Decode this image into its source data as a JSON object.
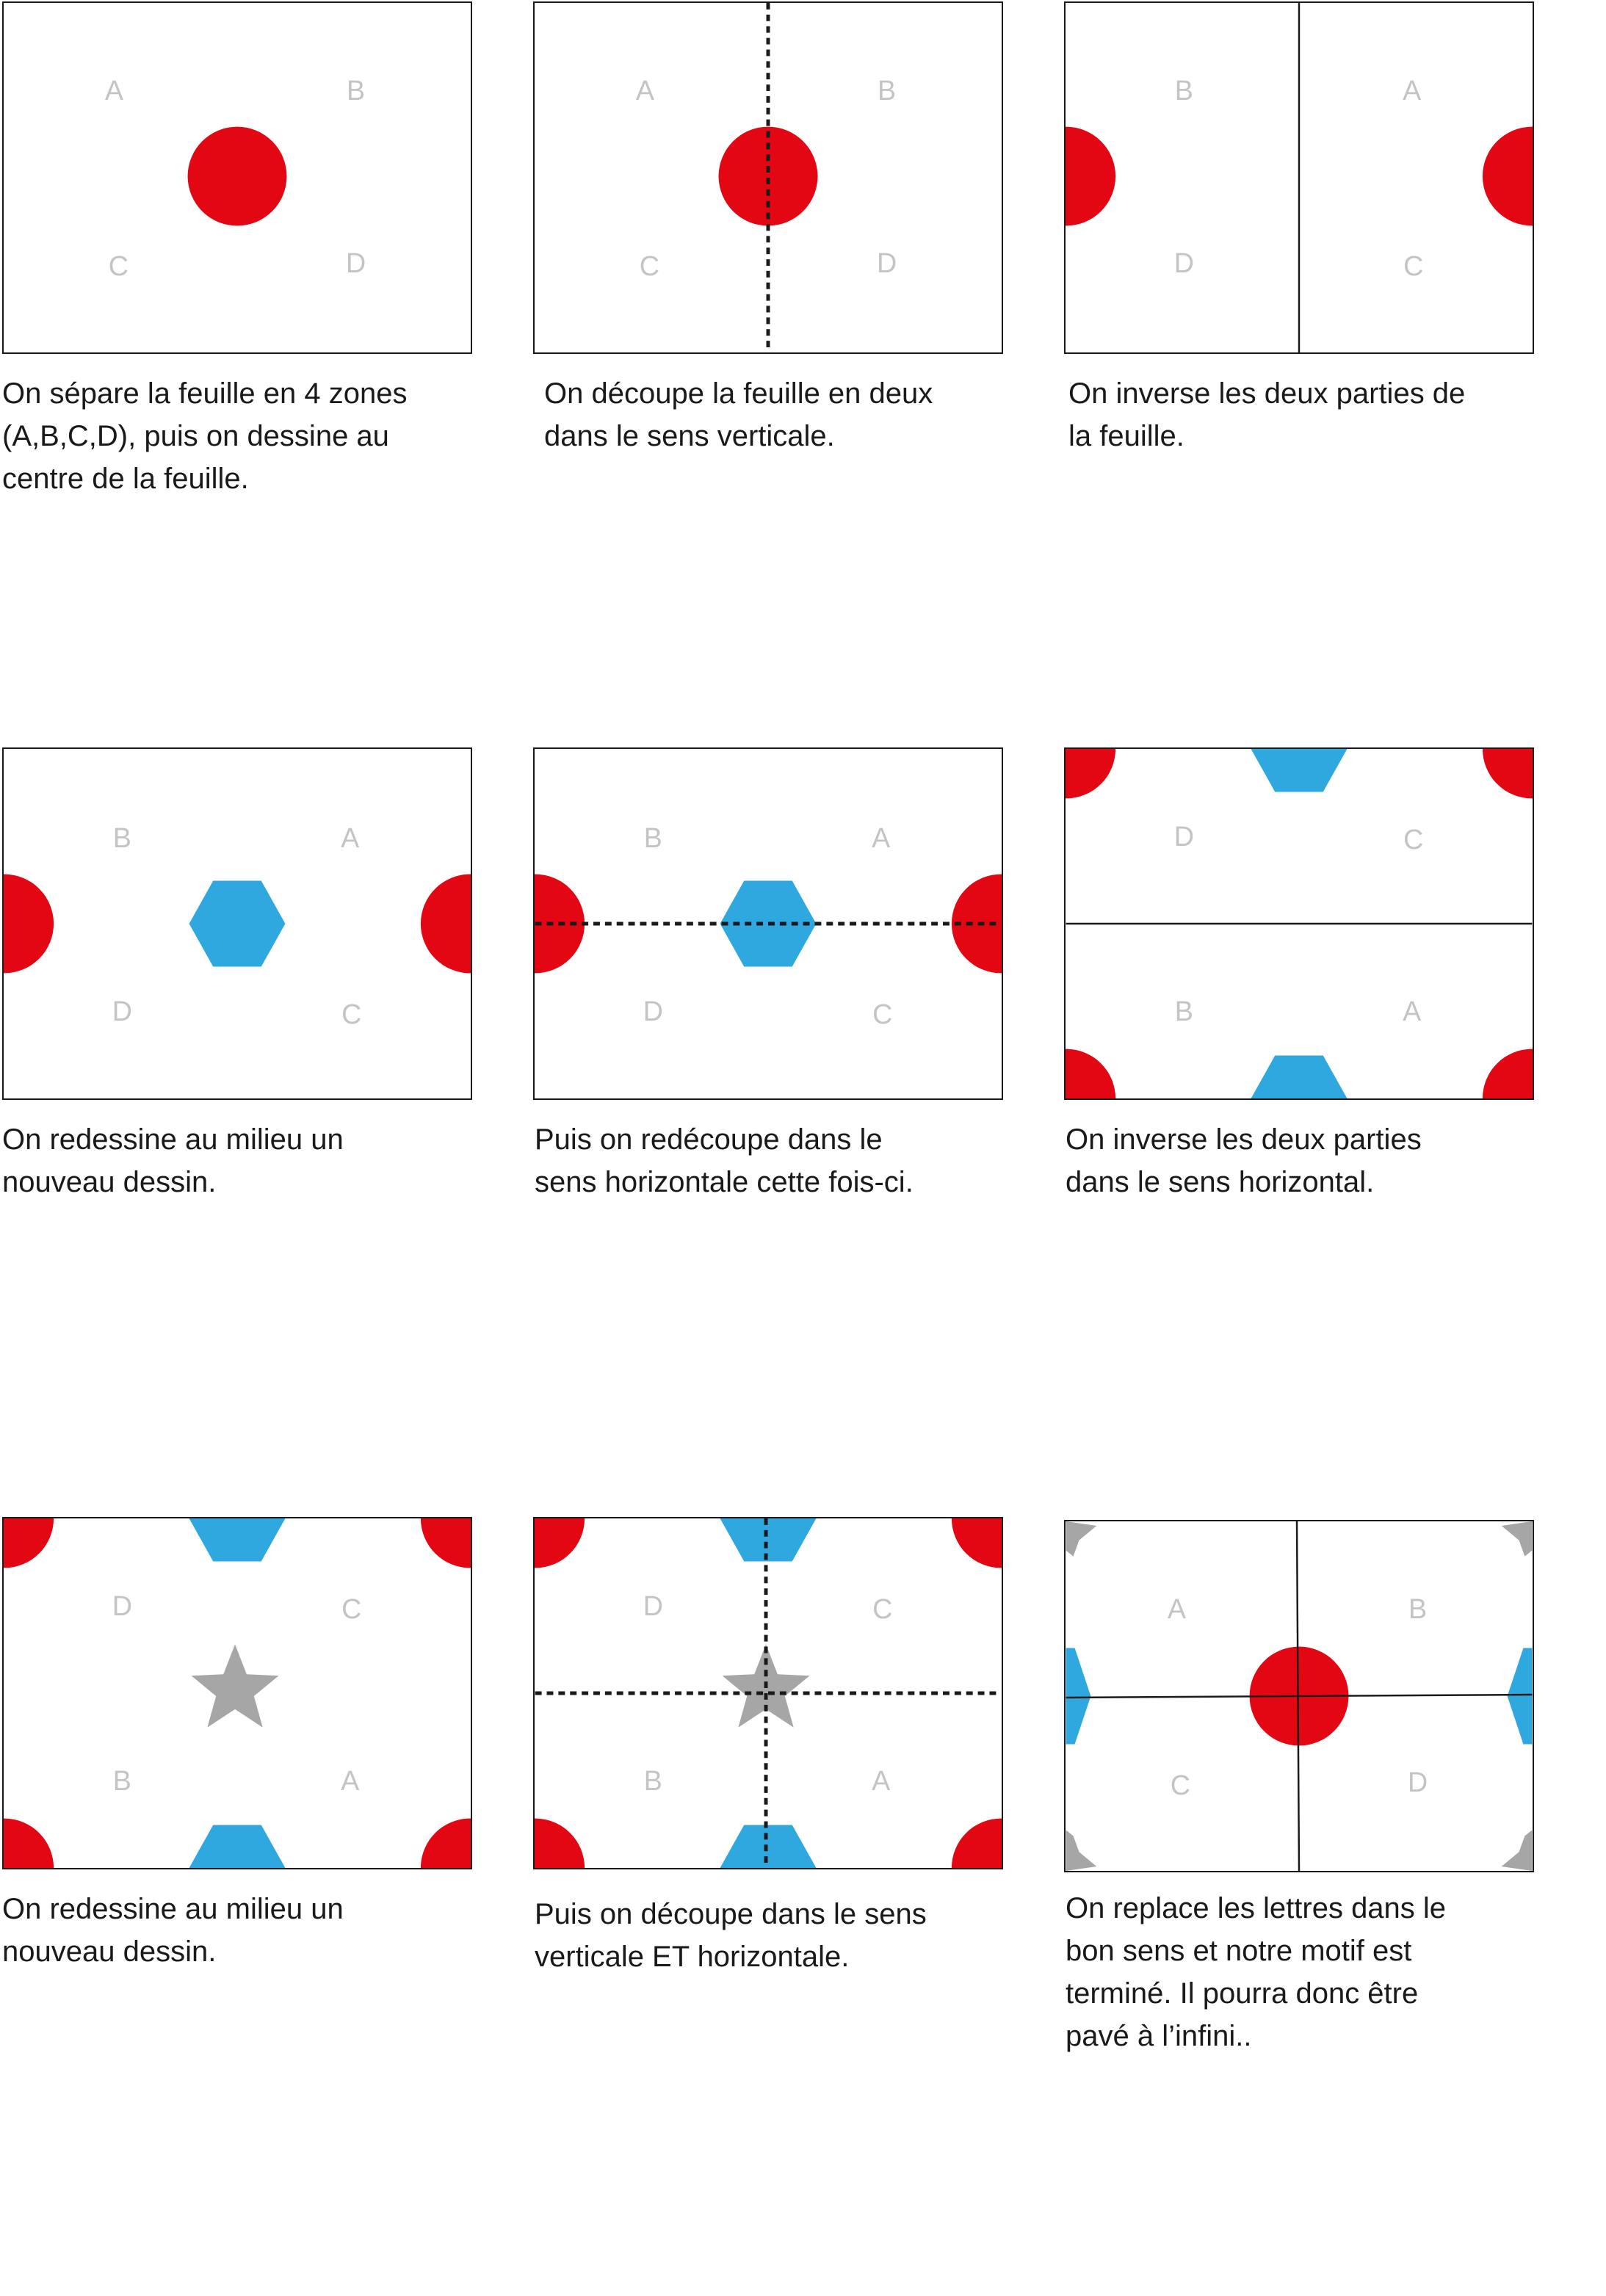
{
  "colors": {
    "red": "#e30613",
    "blue": "#2fa8e0",
    "gray": "#a6a6a6",
    "zone_letter": "#c4c4c4"
  },
  "steps": [
    {
      "zones": {
        "A": "A",
        "B": "B",
        "C": "C",
        "D": "D"
      },
      "caption": [
        "On sépare la feuille en 4 zones",
        "(A,B,C,D), puis on dessine au",
        "centre de la feuille."
      ]
    },
    {
      "zones": {
        "A": "A",
        "B": "B",
        "C": "C",
        "D": "D"
      },
      "caption": [
        "On découpe la feuille en deux",
        "dans le sens verticale."
      ]
    },
    {
      "zones": {
        "B": "B",
        "A": "A",
        "D": "D",
        "C": "C"
      },
      "caption": [
        "On inverse les deux parties de",
        "la feuille."
      ]
    },
    {
      "zones": {
        "B": "B",
        "A": "A",
        "D": "D",
        "C": "C"
      },
      "caption": [
        "On redessine au milieu un",
        "nouveau dessin."
      ]
    },
    {
      "zones": {
        "B": "B",
        "A": "A",
        "D": "D",
        "C": "C"
      },
      "caption": [
        "Puis on redécoupe dans le",
        "sens horizontale cette fois-ci."
      ]
    },
    {
      "zones": {
        "D": "D",
        "C": "C",
        "B": "B",
        "A": "A"
      },
      "caption": [
        "On inverse les deux parties",
        "dans le sens horizontal."
      ]
    },
    {
      "zones": {
        "D": "D",
        "C": "C",
        "B": "B",
        "A": "A"
      },
      "caption": [
        "On redessine au milieu un",
        "nouveau dessin."
      ]
    },
    {
      "zones": {
        "D": "D",
        "C": "C",
        "B": "B",
        "A": "A"
      },
      "caption": [
        "Puis on découpe dans le sens",
        "verticale ET horizontale."
      ]
    },
    {
      "zones": {
        "A": "A",
        "B": "B",
        "C": "C",
        "D": "D"
      },
      "caption": [
        "On replace les lettres dans le",
        "bon sens et notre motif est",
        "terminé. Il pourra donc être",
        "pavé à l’infini.."
      ]
    }
  ]
}
